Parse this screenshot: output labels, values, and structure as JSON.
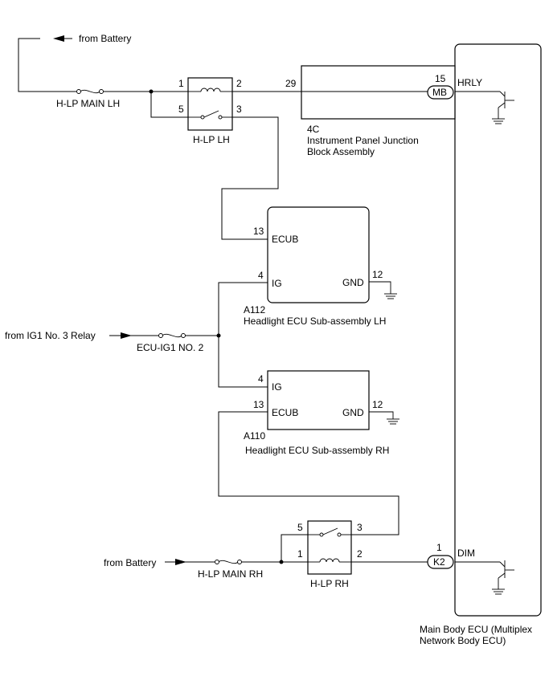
{
  "labels": {
    "from_battery_top": "from Battery",
    "from_battery_bottom": "from Battery",
    "from_ig1_relay": "from IG1 No. 3 Relay",
    "fuse_hlp_main_lh": "H-LP MAIN LH",
    "fuse_ecu_ig1_no2": "ECU-IG1 NO. 2",
    "fuse_hlp_main_rh": "H-LP MAIN RH"
  },
  "relay_lh": {
    "name": "H-LP LH",
    "pins": {
      "p1": "1",
      "p2": "2",
      "p3": "3",
      "p5": "5"
    }
  },
  "relay_rh": {
    "name": "H-LP RH",
    "pins": {
      "p1": "1",
      "p2": "2",
      "p3": "3",
      "p5": "5"
    }
  },
  "junction_block": {
    "code": "4C",
    "name_line1": "Instrument Panel Junction",
    "name_line2": "Block Assembly",
    "pin": "29"
  },
  "ecu_lh": {
    "code": "A112",
    "name": "Headlight ECU Sub-assembly LH",
    "pins": {
      "ecub_num": "13",
      "ecub_label": "ECUB",
      "ig_num": "4",
      "ig_label": "IG",
      "gnd_num": "12",
      "gnd_label": "GND"
    }
  },
  "ecu_rh": {
    "code": "A110",
    "name": "Headlight ECU Sub-assembly RH",
    "pins": {
      "ig_num": "4",
      "ig_label": "IG",
      "ecub_num": "13",
      "ecub_label": "ECUB",
      "gnd_num": "12",
      "gnd_label": "GND"
    }
  },
  "main_body_ecu": {
    "name_line1": "Main Body ECU (Multiplex",
    "name_line2": "Network Body ECU)",
    "connector_top": {
      "code": "MB",
      "pin": "15",
      "signal": "HRLY"
    },
    "connector_bottom": {
      "code": "K2",
      "pin": "1",
      "signal": "DIM"
    }
  }
}
